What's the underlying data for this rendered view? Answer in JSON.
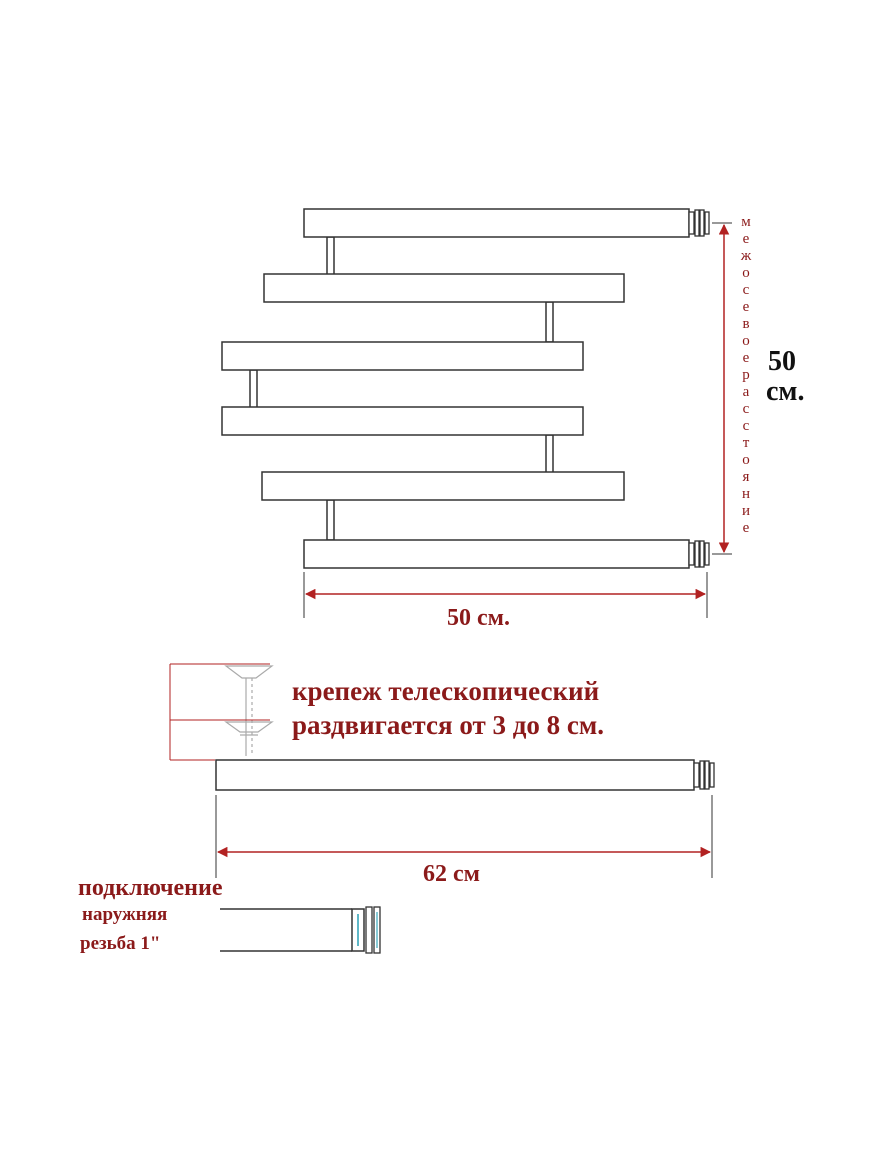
{
  "colors": {
    "outline": "#333333",
    "dimension": "#b22222",
    "label_red": "#8b1a1a",
    "label_black": "#111111",
    "pipe_highlight": "#5fb8c8"
  },
  "top_view": {
    "height_value": "50",
    "height_unit": "см.",
    "vertical_label": "межосевое расстояние",
    "width_label": "50 см."
  },
  "mount": {
    "line1": "крепеж телескопический",
    "line2": "раздвигается от 3 до 8 см."
  },
  "side_view": {
    "width_label": "62  см"
  },
  "connection": {
    "title": "подключение",
    "line1": "наружняя",
    "line2": "резьба 1\""
  }
}
